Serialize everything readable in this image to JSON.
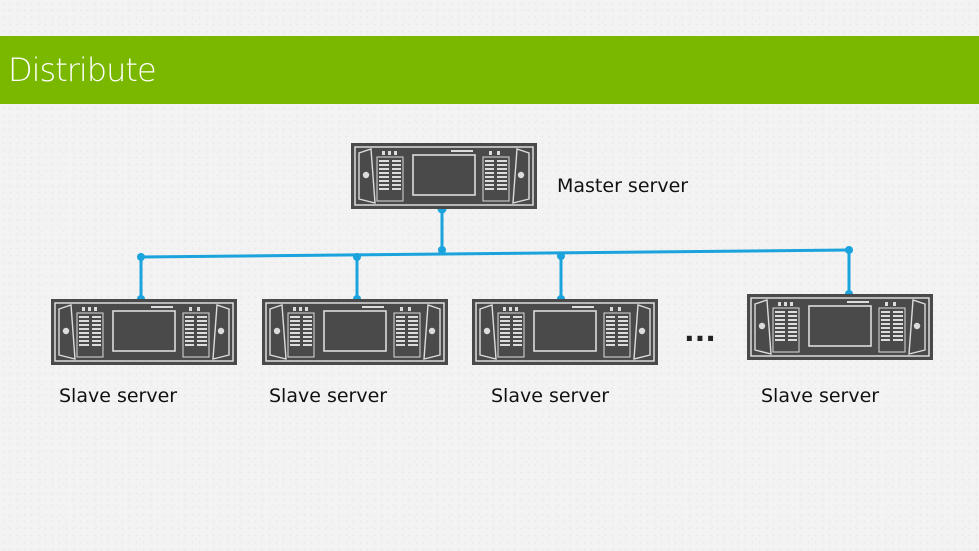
{
  "header": {
    "title": "Distribute"
  },
  "master": {
    "label": "Master server"
  },
  "slaves": [
    {
      "label": "Slave server"
    },
    {
      "label": "Slave server"
    },
    {
      "label": "Slave server"
    },
    {
      "label": "Slave server"
    }
  ],
  "ellipsis": "...",
  "colors": {
    "title_bar": "#7ab800",
    "connector": "#1aa3dc",
    "server_body": "#4a4a4a",
    "server_line": "#dcdcdc"
  }
}
